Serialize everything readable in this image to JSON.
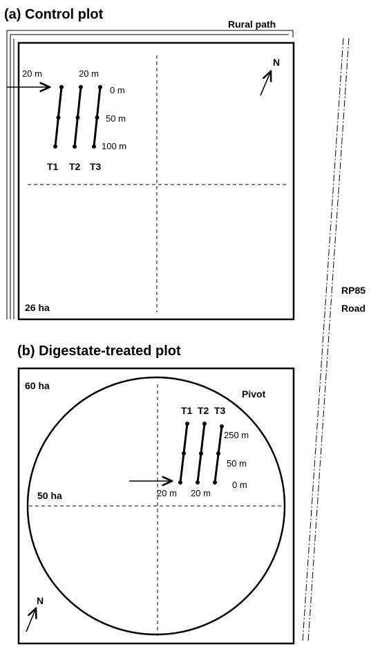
{
  "panel_a": {
    "title": "(a) Control plot",
    "path_label": "Rural path",
    "area": "26  ha",
    "north": "N",
    "spacing_left": "20 m",
    "spacing_right": "20 m",
    "distances": [
      "0 m",
      "50 m",
      "100 m"
    ],
    "transects": [
      "T1",
      "T2",
      "T3"
    ]
  },
  "panel_b": {
    "title": "(b) Digestate-treated plot",
    "area_outer": "60 ha",
    "area_inner": "50 ha",
    "pivot_label": "Pivot",
    "north": "N",
    "spacing_left": "20 m",
    "spacing_right": "20 m",
    "distances": [
      "250 m",
      "50 m",
      "0 m"
    ],
    "transects": [
      "T1",
      "T2",
      "T3"
    ]
  },
  "road": {
    "line1": "RP85",
    "line2": "Road"
  }
}
